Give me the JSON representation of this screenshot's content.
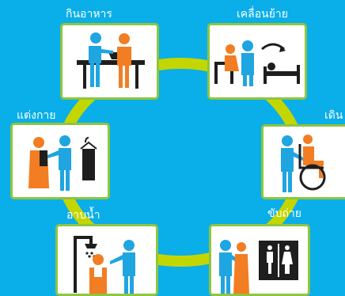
{
  "colors": {
    "background": "#0aaee8",
    "ring": "#c4d600",
    "card_border": "#8dc63f",
    "caregiver": "#1fa5e0",
    "elder": "#f27d22",
    "object": "#1e1e1e"
  },
  "activities": [
    {
      "label": "กินอาหาร",
      "icon": "eating-icon"
    },
    {
      "label": "เคลื่อนย้าย",
      "icon": "transfer-bed-icon"
    },
    {
      "label": "แต่งกาย",
      "icon": "dressing-icon"
    },
    {
      "label": "เดิน",
      "icon": "walking-wheelchair-icon"
    },
    {
      "label": "อาบน้ำ",
      "icon": "bathing-shower-icon"
    },
    {
      "label": "ขับถ่าย",
      "icon": "toilet-icon"
    }
  ]
}
